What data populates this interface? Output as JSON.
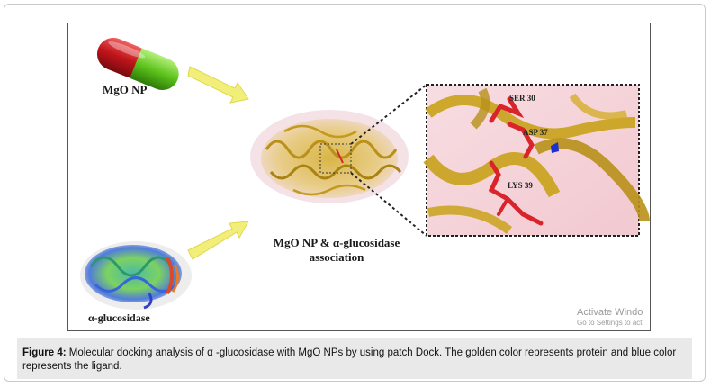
{
  "figure": {
    "labels": {
      "mgo_np": "MgO NP",
      "association_line1": "MgO NP & α-glucosidase",
      "association_line2": "association",
      "alpha_glucosidase": "α-glucosidase"
    },
    "residues": [
      "SER 30",
      "ASP 37",
      "LYS 39"
    ],
    "colors": {
      "capsule_red": "#c0151b",
      "capsule_green": "#5cc21c",
      "arrow_yellow": "#f2ee7a",
      "protein_gold": "#c9a21a",
      "ligand_blue": "#1c2fd0",
      "residue_red": "#d8242a",
      "zoom_background": "#f4d6dc"
    }
  },
  "watermark": {
    "line1": "Activate Windo",
    "line2": "Go to Settings to act"
  },
  "caption": {
    "label": "Figure 4:",
    "text": " Molecular docking analysis of α -glucosidase with MgO NPs by using patch Dock. The golden color represents protein and blue color represents the ligand."
  }
}
